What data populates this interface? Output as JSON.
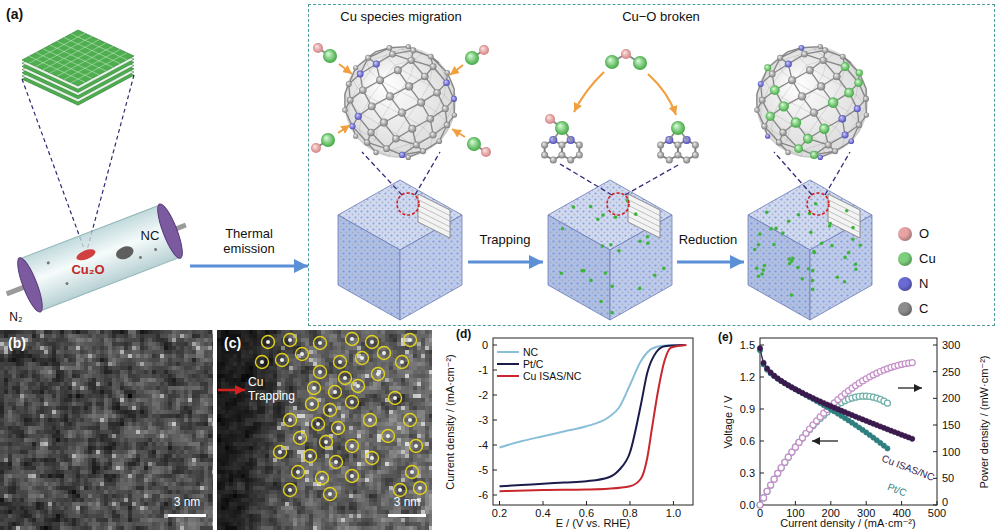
{
  "diagram": {
    "nodes": [
      {
        "text": [
          "Cu₂O",
          "NC"
        ]
      },
      {
        "text": [
          "Cu species migration",
          "Cu−O broken"
        ]
      }
    ],
    "edges": [
      {
        "from": 0,
        "to": 1,
        "arrow": "to",
        "label": "Thermal emission"
      }
    ],
    "labels": [
      "(a)",
      "N₂",
      "Trapping",
      "Reduction",
      "(b)",
      "3 nm",
      "(c)",
      "Cu Trapping",
      "3 nm",
      "(d)",
      "0",
      "-1",
      "-2",
      "-3",
      "-4",
      "-5",
      "-6",
      "Current density / (mA·cm⁻²)",
      "0.2",
      "0.4",
      "0.6",
      "0.8",
      "1.0",
      "E / (V vs. RHE)",
      "(e)",
      "1.5",
      "1.2",
      "0.9",
      "0.6",
      "0.3",
      "0.0",
      "Voltage / V",
      "300",
      "250",
      "200",
      "150",
      "100",
      "50",
      "0",
      "Power density / (mW·cm⁻²)",
      "0",
      "100",
      "200",
      "300",
      "400",
      "500",
      "Current density / (mA·cm⁻²)",
      "Cu ISAS/NC",
      "Pt/C"
    ],
    "legend": [
      {
        "text": "O",
        "color": "#e8a3a3"
      },
      {
        "text": "Cu",
        "color": "#7ccf7c"
      },
      {
        "text": "N",
        "color": "#6a6ad4"
      },
      {
        "text": "C",
        "color": "#8c8c8c"
      },
      {
        "text": "NC"
      },
      {
        "text": "Pt/C"
      },
      {
        "text": "Cu ISAS/NC"
      }
    ]
  }
}
